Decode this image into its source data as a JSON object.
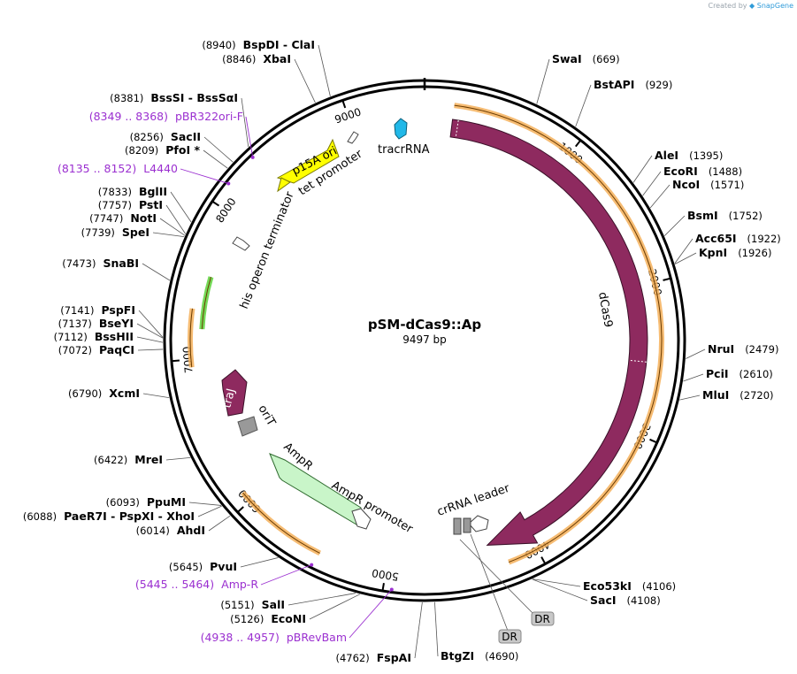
{
  "credit": {
    "prefix": "Created by",
    "brand": "SnapGene"
  },
  "plasmid": {
    "name": "pSM-dCas9::Ap",
    "length_label": "9497 bp",
    "length": 9497
  },
  "ticks": [
    {
      "bp": 1000,
      "label": "1000"
    },
    {
      "bp": 2000,
      "label": "2000"
    },
    {
      "bp": 3000,
      "label": "3000"
    },
    {
      "bp": 4000,
      "label": "4000"
    },
    {
      "bp": 5000,
      "label": "5000"
    },
    {
      "bp": 6000,
      "label": "6000"
    },
    {
      "bp": 7000,
      "label": "7000"
    },
    {
      "bp": 8000,
      "label": "8000"
    },
    {
      "bp": 9000,
      "label": "9000"
    }
  ],
  "sites": [
    {
      "name": "SwaI",
      "pos": "(669)",
      "bp": 669,
      "side": "right"
    },
    {
      "name": "BstAPI",
      "pos": "(929)",
      "bp": 929,
      "side": "right"
    },
    {
      "name": "AleI",
      "pos": "(1395)",
      "bp": 1395,
      "side": "right"
    },
    {
      "name": "EcoRI",
      "pos": "(1488)",
      "bp": 1488,
      "side": "right"
    },
    {
      "name": "NcoI",
      "pos": "(1571)",
      "bp": 1571,
      "side": "right"
    },
    {
      "name": "BsmI",
      "pos": "(1752)",
      "bp": 1752,
      "side": "right"
    },
    {
      "name": "Acc65I",
      "pos": "(1922)",
      "bp": 1922,
      "side": "right"
    },
    {
      "name": "KpnI",
      "pos": "(1926)",
      "bp": 1926,
      "side": "right"
    },
    {
      "name": "NruI",
      "pos": "(2479)",
      "bp": 2479,
      "side": "right"
    },
    {
      "name": "PciI",
      "pos": "(2610)",
      "bp": 2610,
      "side": "right"
    },
    {
      "name": "MluI",
      "pos": "(2720)",
      "bp": 2720,
      "side": "right"
    },
    {
      "name": "Eco53kI",
      "pos": "(4106)",
      "bp": 4106,
      "side": "right"
    },
    {
      "name": "SacI",
      "pos": "(4108)",
      "bp": 4108,
      "side": "right"
    },
    {
      "name": "BtgZI",
      "pos": "(4690)",
      "bp": 4690,
      "side": "right"
    },
    {
      "name": "FspAI",
      "pos": "(4762)",
      "bp": 4762,
      "side": "left"
    },
    {
      "name": "EcoNI",
      "pos": "(5126)",
      "bp": 5126,
      "side": "left"
    },
    {
      "name": "SalI",
      "pos": "(5151)",
      "bp": 5151,
      "side": "left"
    },
    {
      "name": "PvuI",
      "pos": "(5645)",
      "bp": 5645,
      "side": "left"
    },
    {
      "name": "AhdI",
      "pos": "(6014)",
      "bp": 6014,
      "side": "left"
    },
    {
      "name": "PaeR7I - PspXI - XhoI",
      "pos": "(6088)",
      "bp": 6088,
      "side": "left"
    },
    {
      "name": "PpuMI",
      "pos": "(6093)",
      "bp": 6093,
      "side": "left"
    },
    {
      "name": "MreI",
      "pos": "(6422)",
      "bp": 6422,
      "side": "left"
    },
    {
      "name": "XcmI",
      "pos": "(6790)",
      "bp": 6790,
      "side": "left"
    },
    {
      "name": "PaqCI",
      "pos": "(7072)",
      "bp": 7072,
      "side": "left"
    },
    {
      "name": "BssHII",
      "pos": "(7112)",
      "bp": 7112,
      "side": "left"
    },
    {
      "name": "BseYI",
      "pos": "(7137)",
      "bp": 7137,
      "side": "left"
    },
    {
      "name": "PspFI",
      "pos": "(7141)",
      "bp": 7141,
      "side": "left"
    },
    {
      "name": "SnaBI",
      "pos": "(7473)",
      "bp": 7473,
      "side": "left"
    },
    {
      "name": "SpeI",
      "pos": "(7739)",
      "bp": 7739,
      "side": "left"
    },
    {
      "name": "NotI",
      "pos": "(7747)",
      "bp": 7747,
      "side": "left"
    },
    {
      "name": "PstI",
      "pos": "(7757)",
      "bp": 7757,
      "side": "left"
    },
    {
      "name": "BglII",
      "pos": "(7833)",
      "bp": 7833,
      "side": "left"
    },
    {
      "name": "PfoI *",
      "pos": "(8209)",
      "bp": 8209,
      "side": "left"
    },
    {
      "name": "SacII",
      "pos": "(8256)",
      "bp": 8256,
      "side": "left"
    },
    {
      "name": "BssSI - BssSαI",
      "pos": "(8381)",
      "bp": 8381,
      "side": "left"
    },
    {
      "name": "XbaI",
      "pos": "(8846)",
      "bp": 8846,
      "side": "left"
    },
    {
      "name": "BspDI - ClaI",
      "pos": "(8940)",
      "bp": 8940,
      "side": "left"
    }
  ],
  "primers": [
    {
      "name": "pBR322ori-F",
      "pos": "(8349 .. 8368)",
      "bp": 8358
    },
    {
      "name": "L4440",
      "pos": "(8135 .. 8152)",
      "bp": 8143
    },
    {
      "name": "Amp-R",
      "pos": "(5445 .. 5464)",
      "bp": 5454
    },
    {
      "name": "pBRevBam",
      "pos": "(4938 .. 4957)",
      "bp": 4947
    }
  ],
  "features": [
    {
      "name": "dCas9",
      "start": 190,
      "end": 4295,
      "type": "cds",
      "color": "#8e2a5f"
    },
    {
      "name": "tracrRNA",
      "type": "ncrna",
      "color": "#21b8e8"
    },
    {
      "name": "crRNA leader",
      "type": "promoter"
    },
    {
      "name": "DR",
      "type": "repeat",
      "color": "#b0b0b0"
    },
    {
      "name": "DR",
      "type": "repeat",
      "color": "#b0b0b0"
    },
    {
      "name": "AmpR",
      "type": "cds",
      "color": "#c9f5c9"
    },
    {
      "name": "AmpR promoter",
      "type": "promoter"
    },
    {
      "name": "traJ",
      "type": "cds",
      "color": "#8e2a5f"
    },
    {
      "name": "oriT",
      "type": "orit",
      "color": "#999999"
    },
    {
      "name": "his operon terminator",
      "type": "terminator"
    },
    {
      "name": "p15A ori",
      "type": "ori",
      "color": "#ffff00"
    },
    {
      "name": "tet promoter",
      "type": "promoter"
    }
  ],
  "colors": {
    "orf": "#f5b05a",
    "primer": "#9b30d0",
    "cds": "#8e2a5f",
    "ampr": "#c9f5c9"
  }
}
